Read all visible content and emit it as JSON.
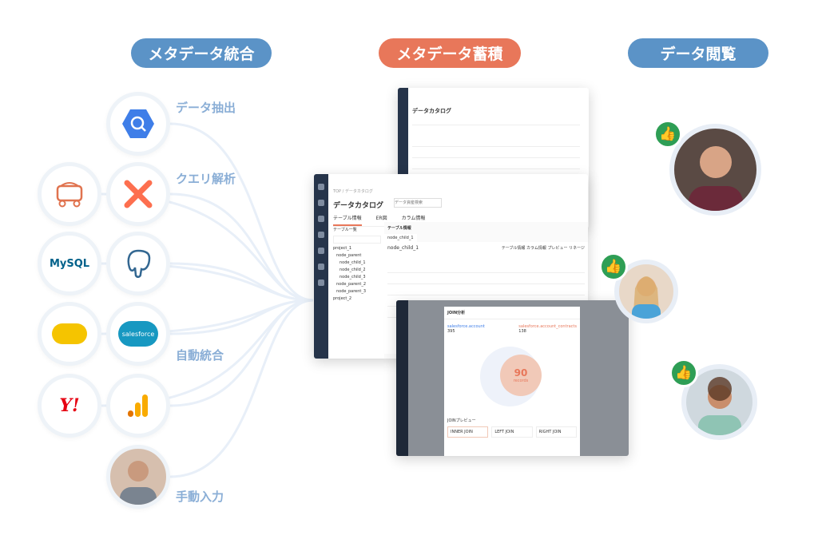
{
  "headers": {
    "integrate": "メタデータ統合",
    "store": "メタデータ蓄積",
    "browse": "データ閲覧"
  },
  "colors": {
    "blue": "#5b93c7",
    "orange": "#e8775a",
    "label": "#8aaed6",
    "green": "#2e9e55"
  },
  "labels": {
    "extract": "データ抽出",
    "query": "クエリ解析",
    "auto": "自動統合",
    "manual": "手動入力"
  },
  "sources": [
    "bigquery-icon",
    "embulk-icon",
    "dbt-icon",
    "mysql-icon",
    "postgresql-icon",
    "snowflake-icon",
    "salesforce-icon",
    "yahoo-icon",
    "google-analytics-icon",
    "person-avatar"
  ],
  "source_text": {
    "mysql": "MySQL",
    "salesforce": "salesforce",
    "yahoo": "Y!"
  },
  "catalog": {
    "title": "データカタログ",
    "search_placeholder": "データ資産検索",
    "breadcrumb": "TOP / データカタログ",
    "tabs": [
      "テーブル情報",
      "ER図",
      "カラム情報"
    ],
    "tree_header": "テーブル一覧",
    "section": "テーブル情報",
    "table_tab": "node_child_1",
    "table_name": "node_child_1",
    "tree": [
      "project_1",
      "node_parent",
      "node_child_1",
      "node_child_2",
      "node_child_3",
      "node_parent_2",
      "node_parent_3",
      "project_2"
    ],
    "buttons": [
      "テーブル情報",
      "カラム情報",
      "プレビュー",
      "リネージ"
    ]
  },
  "join_modal": {
    "title": "JOIN分析",
    "left_table": "salesforce.account",
    "right_table": "salesforce.account_contracts",
    "left_count": "395",
    "right_count": "138",
    "overlap": "90",
    "overlap_label": "records",
    "preview": "JOINプレビュー",
    "joins": [
      "INNER JOIN",
      "LEFT JOIN",
      "RIGHT JOIN"
    ]
  }
}
